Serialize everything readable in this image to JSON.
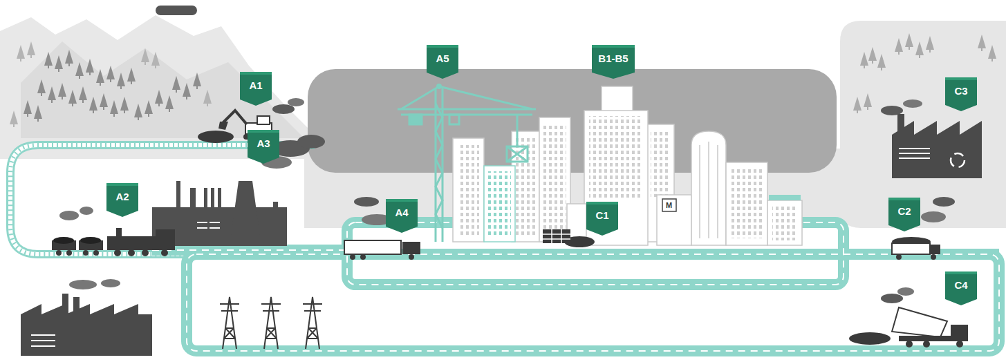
{
  "diagram": {
    "nodes": [
      {
        "text": [
          "A1"
        ]
      },
      {
        "text": [
          "A5"
        ]
      },
      {
        "text": [
          "B1-B5"
        ]
      },
      {
        "text": [
          "C3"
        ]
      },
      {
        "text": [
          "A3"
        ]
      },
      {
        "text": [
          "A2"
        ]
      },
      {
        "text": [
          "A4"
        ]
      },
      {
        "text": [
          "C1"
        ]
      },
      {
        "text": [
          "C2"
        ]
      },
      {
        "text": [
          "C4"
        ]
      }
    ],
    "labels": [
      "M"
    ]
  }
}
